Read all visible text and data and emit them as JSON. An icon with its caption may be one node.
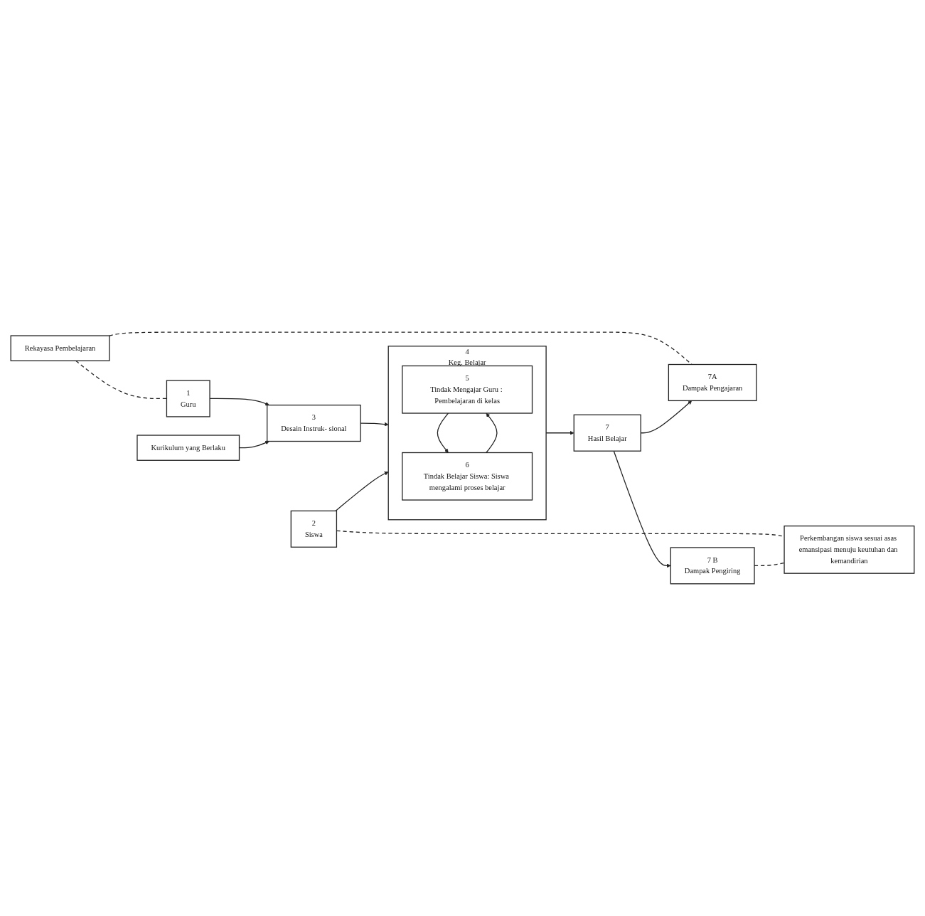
{
  "diagram": {
    "nodes": [
      {
        "text": [
          "Rekayasa Pembelajaran"
        ]
      },
      {
        "text": [
          "1",
          "Guru"
        ]
      },
      {
        "text": [
          "Kurikulum yang Berlaku"
        ]
      },
      {
        "text": [
          "3",
          "Desain Instruk- sional"
        ]
      },
      {
        "text": [
          "2",
          "Siswa"
        ]
      },
      {
        "text": [
          "4",
          "Keg. Belajar"
        ]
      },
      {
        "text": [
          "5",
          "Tindak Mengajar Guru : Pembelajaran di kelas"
        ],
        "in": 5
      },
      {
        "text": [
          "6",
          "Tindak Belajar Siswa: Siswa mengalami proses belajar"
        ],
        "in": 5
      },
      {
        "text": [
          "7A",
          "Dampak Pengajaran"
        ]
      },
      {
        "text": [
          "7",
          "Hasil Belajar"
        ]
      },
      {
        "text": [
          "7 B",
          "Dampak Pengiring"
        ]
      },
      {
        "text": [
          "Perkembangan siswa sesuai asas emansipasi menuju keutuhan dan kemandirian"
        ]
      }
    ],
    "edges": [
      {
        "from": 0,
        "to": 1,
        "arrow": "none",
        "style": "dashed"
      },
      {
        "from": 0,
        "to": 8,
        "arrow": "none",
        "style": "dashed"
      },
      {
        "from": 1,
        "to": 3,
        "arrow": "to"
      },
      {
        "from": 2,
        "to": 3,
        "arrow": "to"
      },
      {
        "from": 3,
        "to": 5,
        "arrow": "to"
      },
      {
        "from": 4,
        "to": 5,
        "arrow": "to"
      },
      {
        "from": 6,
        "to": 7,
        "arrow": "to"
      },
      {
        "from": 7,
        "to": 6,
        "arrow": "to"
      },
      {
        "from": 5,
        "to": 9,
        "arrow": "to"
      },
      {
        "from": 9,
        "to": 8,
        "arrow": "to"
      },
      {
        "from": 9,
        "to": 10,
        "arrow": "to"
      },
      {
        "from": 4,
        "to": 11,
        "arrow": "none",
        "style": "dashed"
      },
      {
        "from": 10,
        "to": 11,
        "arrow": "none",
        "style": "dashed"
      }
    ]
  }
}
